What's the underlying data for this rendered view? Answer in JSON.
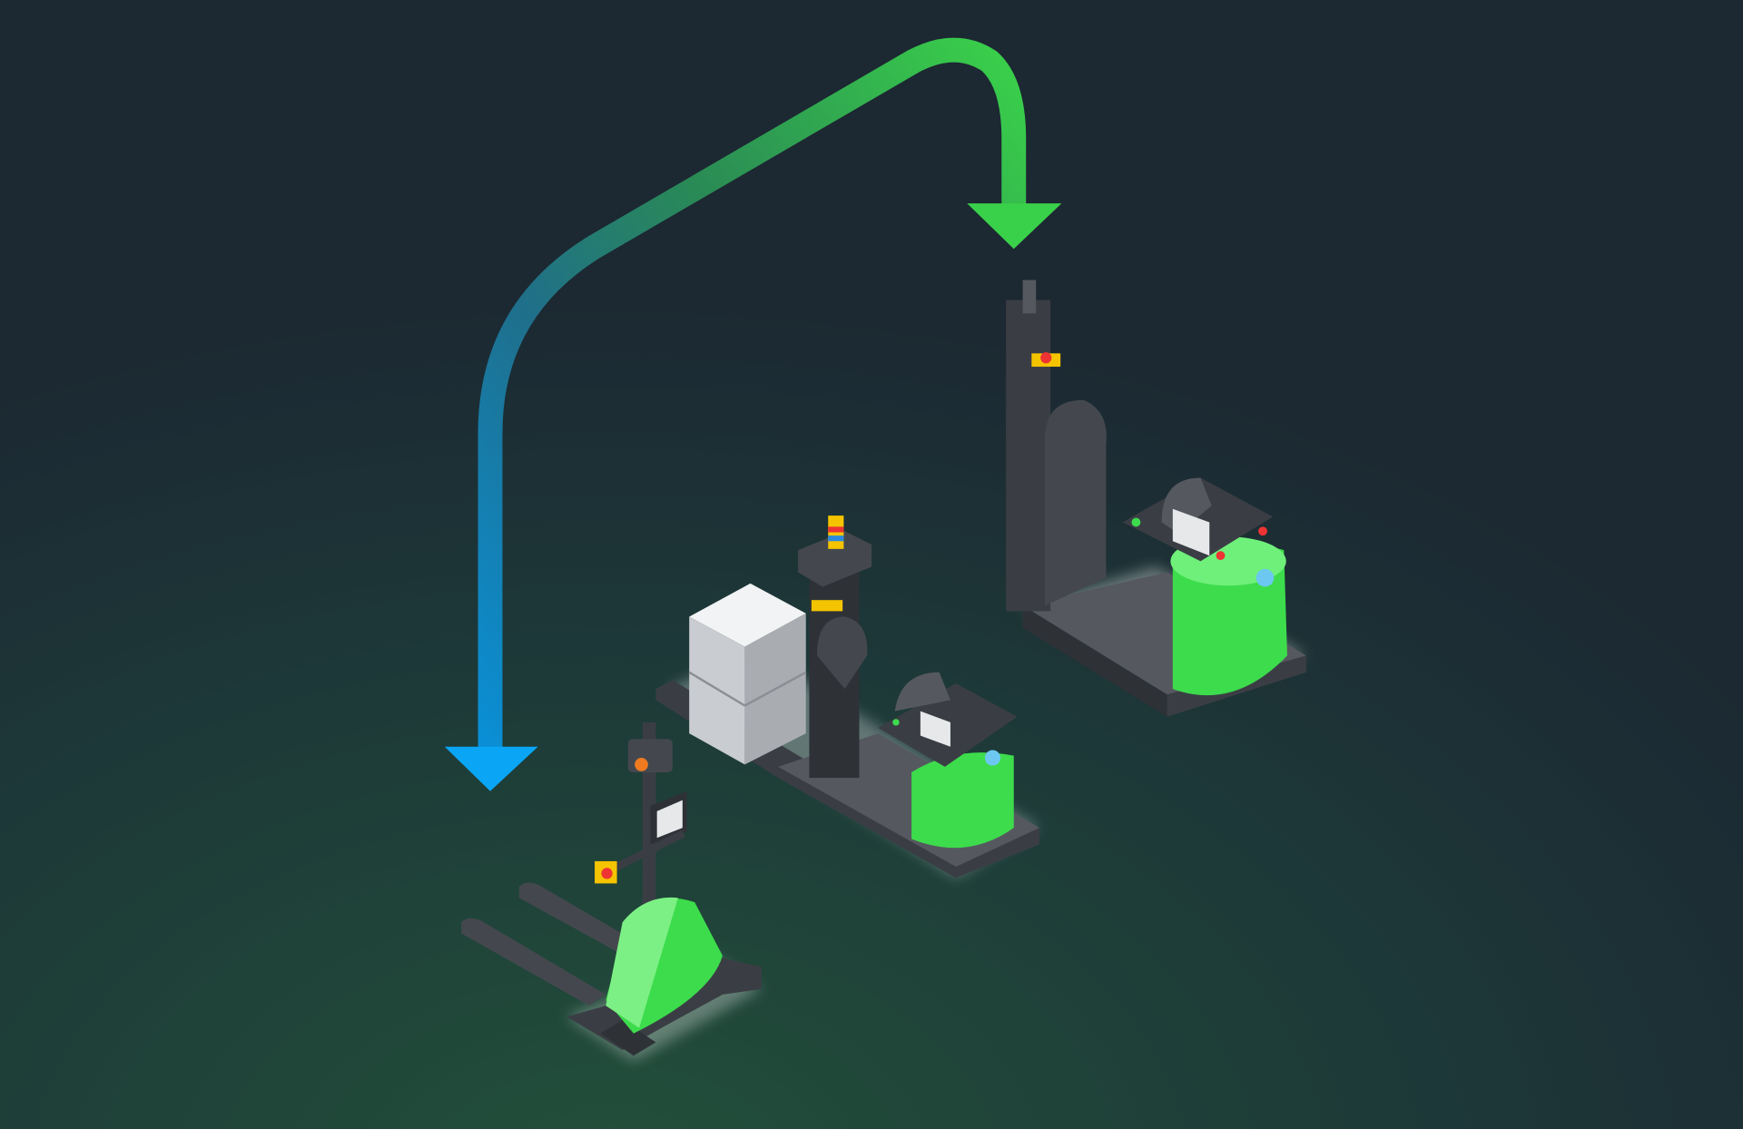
{
  "colors": {
    "background_top": "#1c2832",
    "background_bottom_glow": "#214a3a",
    "arrow_start": "#0aa6f5",
    "arrow_end": "#3ad14a",
    "vehicle_body_green": "#3ddc4c",
    "vehicle_dark": "#3a3e44",
    "vehicle_mid": "#55595f",
    "box_light": "#e6e8ea"
  },
  "scene": {
    "arrow_icon": "curved-arrow-icon",
    "vehicles": [
      "pallet-jack-robot",
      "tugger-robot-with-boxes",
      "stacker-robot"
    ]
  }
}
